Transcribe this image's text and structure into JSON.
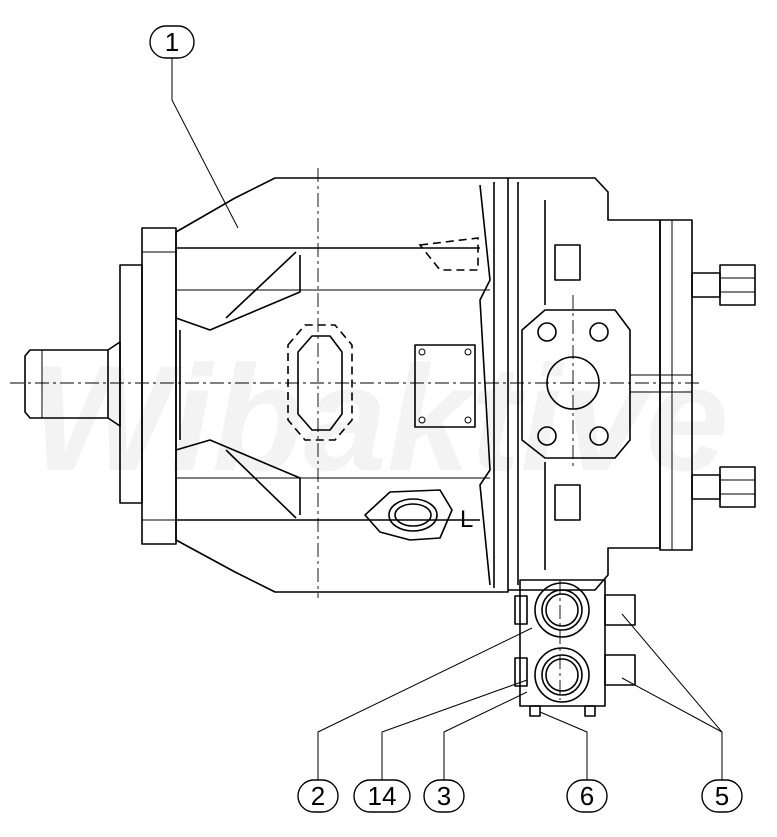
{
  "watermark": "Wibaktive",
  "port_marking": "L",
  "callouts": [
    {
      "id": "callout-1",
      "label": "1"
    },
    {
      "id": "callout-2",
      "label": "2"
    },
    {
      "id": "callout-14",
      "label": "14"
    },
    {
      "id": "callout-3",
      "label": "3"
    },
    {
      "id": "callout-6",
      "label": "6"
    },
    {
      "id": "callout-5",
      "label": "5"
    }
  ]
}
